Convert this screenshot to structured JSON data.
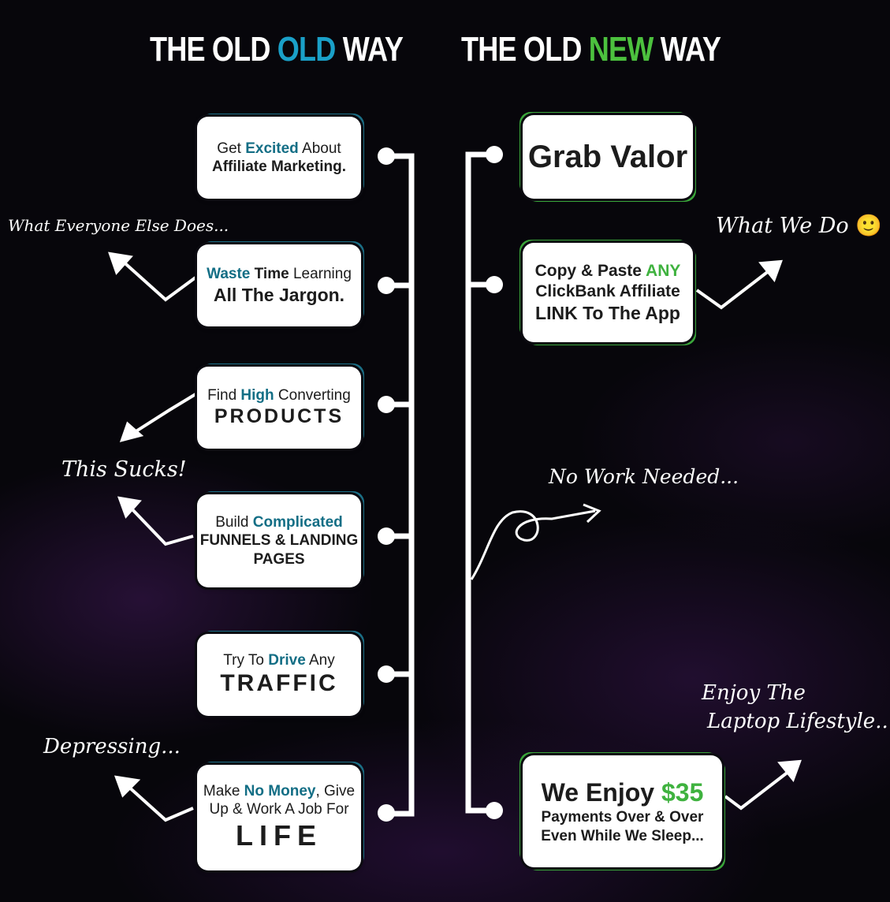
{
  "headings": {
    "left": {
      "pre": "THE OLD ",
      "accent": "OLD",
      "post": " WAY"
    },
    "right": {
      "pre": "THE OLD ",
      "accent": "NEW",
      "post": " WAY"
    }
  },
  "left_boxes": [
    {
      "l1a": "Get ",
      "l1b": "Excited",
      "l1c": " About",
      "l2": "Affiliate Marketing."
    },
    {
      "l1a": "Waste",
      "l1b": " Time ",
      "l1c": "Learning",
      "l2": "All The Jargon."
    },
    {
      "l1a": "Find ",
      "l1b": "High",
      "l1c": " Converting",
      "l2": "PRODUCTS"
    },
    {
      "l1a": "Build ",
      "l1b": "Complicated",
      "l2": "FUNNELS & LANDING",
      "l3": "PAGES"
    },
    {
      "l1a": "Try To ",
      "l1b": "Drive",
      "l1c": " Any",
      "l2": "TRAFFIC"
    },
    {
      "l1a": "Make ",
      "l1b": "No Money",
      "l1c": ", Give",
      "l2": "Up & Work A Job For",
      "l3": "LIFE"
    }
  ],
  "right_boxes": [
    {
      "title": "Grab Valor"
    },
    {
      "l1a": "Copy & Paste ",
      "l1b": "ANY",
      "l2": "ClickBank Affiliate",
      "l3": "LINK To The App"
    },
    {
      "l1a": "We Enjoy ",
      "l1b": "$35",
      "l2": "Payments Over & Over",
      "l3": "Even While We Sleep..."
    }
  ],
  "notes": {
    "everyone": "What Everyone Else Does...",
    "we_do": "What We Do",
    "smiley": "🙂",
    "sucks": "This Sucks!",
    "no_work": "No Work Needed...",
    "enjoy_1": "Enjoy The",
    "enjoy_2": "Laptop Lifestyle...",
    "depressing": "Depressing..."
  },
  "colors": {
    "blue_accent": "#1aa0c8",
    "green_accent": "#4cc13e",
    "box_blue": "#136e85"
  }
}
